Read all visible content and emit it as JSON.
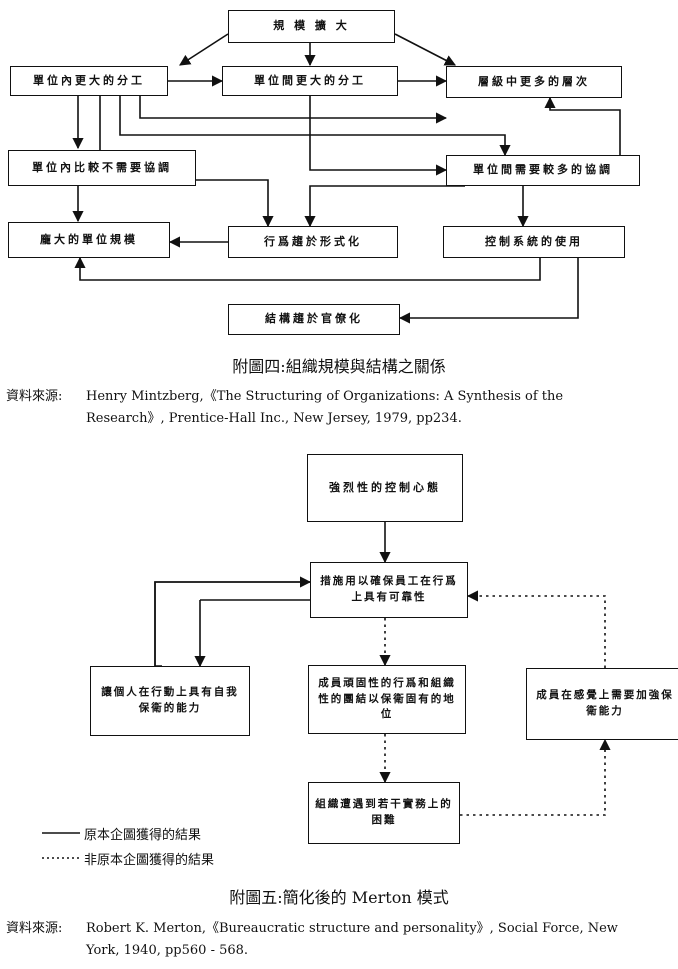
{
  "diagram1": {
    "boxes": {
      "scale": "規 模 擴 大",
      "within_division": "單位內更大的分工",
      "between_division": "單位間更大的分工",
      "more_levels": "層級中更多的層次",
      "within_less_coord": "單位內比較不需要協調",
      "between_more_coord": "單位間需要較多的協調",
      "larger_units": "龐大的單位規模",
      "formalization": "行爲趨於形式化",
      "control_systems": "控制系統的使用",
      "bureaucratization": "結構趨於官僚化"
    },
    "caption": "附圖四:組織規模與結構之關係",
    "source_label": "資料來源:",
    "source_line1": "Henry Mintzberg,《The Structuring of Organizations: A Synthesis of the",
    "source_line2": "Research》, Prentice-Hall Inc., New Jersey, 1979, pp234."
  },
  "diagram2": {
    "boxes": {
      "control_mentality": "強烈性的控制心態",
      "measures": "措施用以確保員工在行爲上具有可靠性",
      "personal_defense": "讓個人在行動上具有自我保衛的能力",
      "rigidity": "成員頑固性的行爲和組織性的團結以保衛固有的地位",
      "difficulties": "組織遭遇到若干實務上的困難",
      "need_defense": "成員在感覺上需要加強保衛能力"
    },
    "legend_solid": "原本企圖獲得的結果",
    "legend_dotted": "非原本企圖獲得的結果",
    "caption": "附圖五:簡化後的 Merton 模式",
    "source_label": "資料來源:",
    "source_line1": "Robert K. Merton,《Bureaucratic structure and personality》, Social Force, New",
    "source_line2": "York, 1940, pp560 - 568."
  }
}
